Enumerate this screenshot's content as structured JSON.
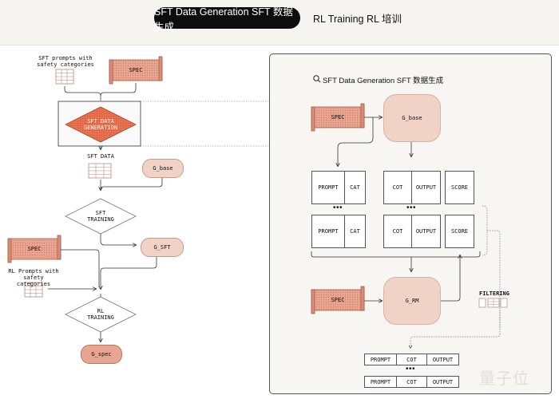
{
  "tabs": [
    {
      "label": "SFT Data Generation  SFT 数据生成",
      "active": true
    },
    {
      "label": "RL Training  RL 培训",
      "active": false
    }
  ],
  "left_flow": {
    "sft_prompts_label": "SFT prompts with safety categories",
    "spec_label": "SPEC",
    "sft_data_generation_label": "SFT DATA GENERATION",
    "sft_data_label": "SFT DATA",
    "g_base_label": "G_base",
    "sft_training_label": "SFT TRAINING",
    "spec2_label": "SPEC",
    "g_sft_label": "G_SFT",
    "rl_prompts_label": "RL Prompts with safety categories",
    "rl_training_label": "RL TRAINING",
    "g_spec_label": "G_spec"
  },
  "panel": {
    "title": "SFT Data Generation  SFT 数据生成",
    "spec_label": "SPEC",
    "g_base_label": "G_base",
    "prompt_label": "PROMPT",
    "cat_label": "CAT",
    "cot_label": "COT",
    "output_label": "OUTPUT",
    "score_label": "SCORE",
    "ellipsis": "•••",
    "spec2_label": "SPEC",
    "g_rm_label": "G_RM",
    "filtering_label": "FILTERING",
    "result_prompt": "PROMPT",
    "result_cot": "COT",
    "result_output": "OUTPUT"
  },
  "watermark": "量子位",
  "colors": {
    "accent": "#e8714f",
    "spec_fill": "#e8a591",
    "node_fill": "#f1d2c6",
    "panel_bg": "#f7f6f3",
    "topband": "#f5f4f1"
  }
}
